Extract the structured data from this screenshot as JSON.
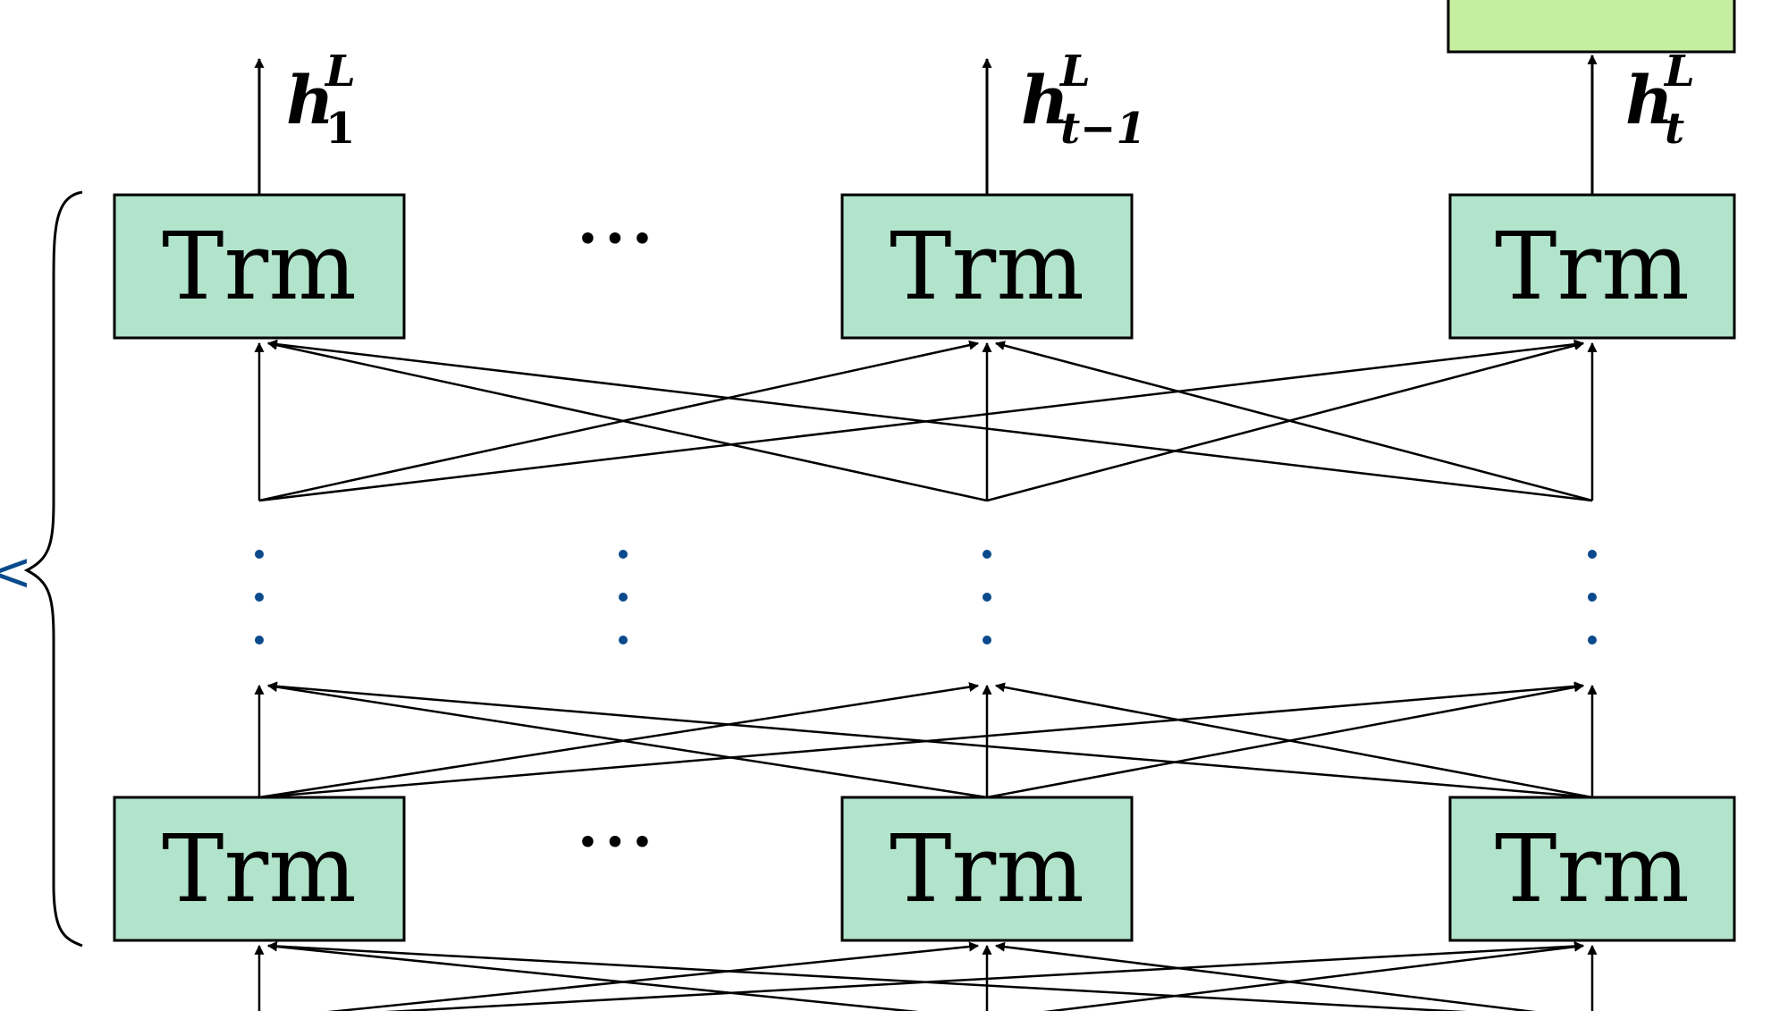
{
  "colors": {
    "trm_fill": "#b2e3cb",
    "top_box_fill": "#c6eea0",
    "stroke": "#000000",
    "dots": "#0a4a8c"
  },
  "trm_label": "Trm",
  "ellipsis": "···",
  "outputs": [
    {
      "base": "h",
      "sup": "L",
      "sub": "1"
    },
    {
      "base": "h",
      "sup": "L",
      "sub": "t−1"
    },
    {
      "base": "h",
      "sup": "L",
      "sub": "t"
    }
  ]
}
